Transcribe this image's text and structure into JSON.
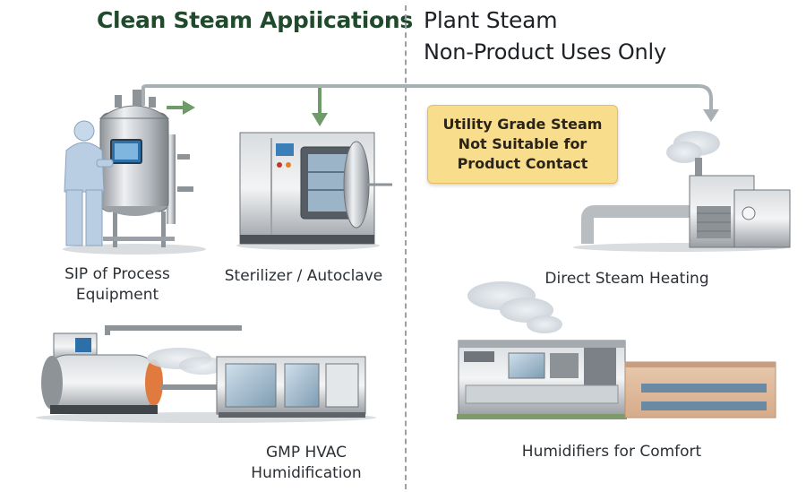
{
  "left_column": {
    "title": "Clean Steam Appiications",
    "items": [
      {
        "label_line1": "SIP of Process",
        "label_line2": "Equipment"
      },
      {
        "label_line1": "Sterilizer / Autoclave",
        "label_line2": ""
      },
      {
        "label_line1": "GMP HVAC",
        "label_line2": "Humidification"
      }
    ]
  },
  "right_column": {
    "title": "Plant Steam",
    "subtitle": "Non-Product Uses Only",
    "note_lines": [
      "Utility Grade Steam",
      "Not Suitable for",
      "Product Contact"
    ],
    "items": [
      {
        "label": "Direct Steam Heating"
      },
      {
        "label": "Humidifiers for Comfort"
      }
    ]
  },
  "colors": {
    "clean_title": "#1f4a2c",
    "clean_arrow": "#6f9a6a",
    "plant_arrow": "#a9b0b4",
    "note_fill": "#f8dd8c"
  }
}
